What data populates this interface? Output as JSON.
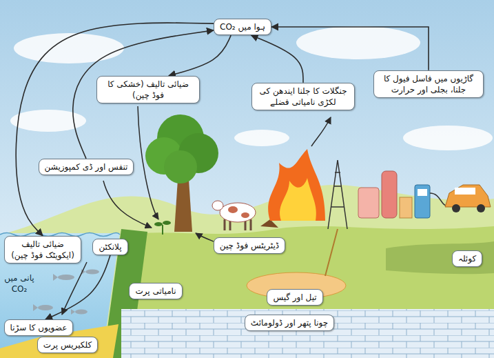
{
  "diagram": {
    "nodes": [
      {
        "text": [
          "ہوا میں CO₂"
        ]
      },
      {
        "text": [
          "ضیائی تالیف (خشکی کا فوڈ چین)"
        ]
      },
      {
        "text": [
          "جنگلات کا جلنا ایندھن کی لکڑی نامیاتی فضلے"
        ]
      },
      {
        "text": [
          "گاڑیوں میں فاسل فیول کا جلنا، بجلی اور حرارت"
        ]
      },
      {
        "text": [
          "تنفس اور ڈی کمپوزیشن"
        ]
      },
      {
        "text": [
          "ضیائی تالیف (ایکویٹک فوڈ چین)"
        ]
      },
      {
        "text": [
          "پلانکٹن"
        ]
      },
      {
        "text": [
          "ڈیٹریٹس فوڈ چین"
        ]
      },
      {
        "text": [
          "نامیاتی پرت"
        ]
      },
      {
        "text": [
          "تیل اور گیس"
        ]
      },
      {
        "text": [
          "کوئلہ"
        ]
      },
      {
        "text": [
          "چونا پتھر اور ڈولومائٹ"
        ]
      },
      {
        "text": [
          "عضویوں کا سڑنا"
        ]
      },
      {
        "text": [
          "کلکیریس پرت"
        ]
      }
    ],
    "edges": [
      {
        "from": 3,
        "to": 0,
        "arrow": "to"
      },
      {
        "from": 2,
        "to": 0,
        "arrow": "to"
      },
      {
        "from": 4,
        "to": 0,
        "arrow": "to"
      },
      {
        "from": 0,
        "to": 1,
        "arrow": "to"
      },
      {
        "from": 0,
        "to": 5,
        "arrow": "to"
      },
      {
        "from": 6,
        "to": 12,
        "arrow": "to"
      }
    ],
    "labels": [
      "پانی میں CO₂"
    ]
  }
}
